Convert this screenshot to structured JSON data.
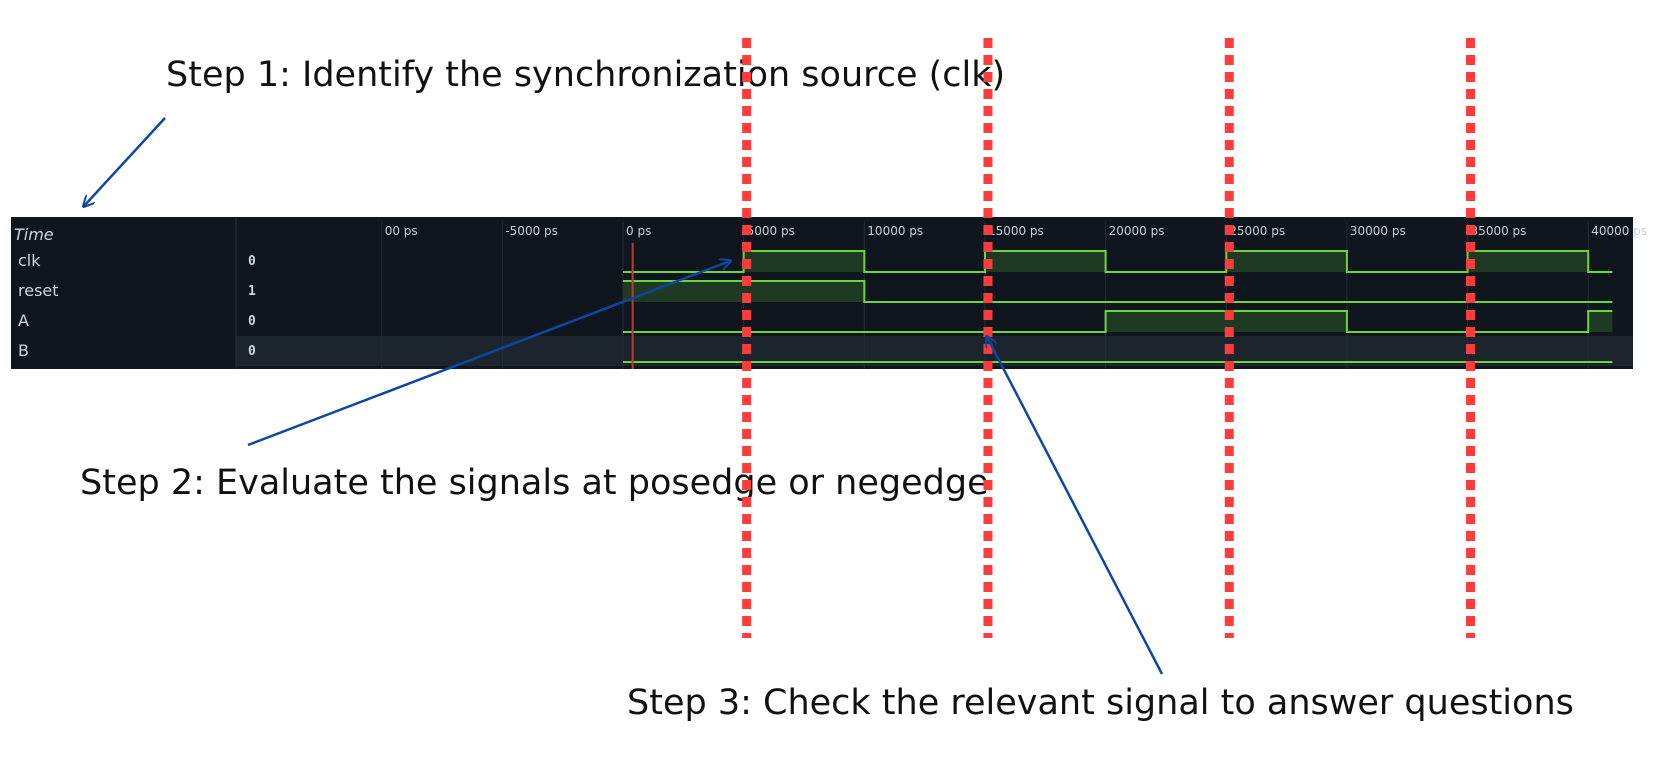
{
  "captions": {
    "step1": "Step 1: Identify the synchronization source (clk)",
    "step2": "Step 2: Evaluate the signals at posedge or negedge",
    "step3": "Step 3: Check the relevant signal to answer questions"
  },
  "waveform": {
    "time_label": "Time",
    "ticks": [
      {
        "t": -10000,
        "label": "00 ps"
      },
      {
        "t": -5000,
        "label": "-5000 ps"
      },
      {
        "t": 0,
        "label": "0 ps"
      },
      {
        "t": 5000,
        "label": "5000 ps"
      },
      {
        "t": 10000,
        "label": "10000 ps"
      },
      {
        "t": 15000,
        "label": "15000 ps"
      },
      {
        "t": 20000,
        "label": "20000 ps"
      },
      {
        "t": 25000,
        "label": "25000 ps"
      },
      {
        "t": 30000,
        "label": "30000 ps"
      },
      {
        "t": 35000,
        "label": "35000 ps"
      },
      {
        "t": 40000,
        "label": "40000 ps"
      }
    ],
    "cursor_time": 400,
    "signals": [
      {
        "name": "clk",
        "value": "0",
        "transitions": [
          [
            0,
            0
          ],
          [
            5000,
            1
          ],
          [
            10000,
            0
          ],
          [
            15000,
            1
          ],
          [
            20000,
            0
          ],
          [
            25000,
            1
          ],
          [
            30000,
            0
          ],
          [
            35000,
            1
          ],
          [
            40000,
            0
          ]
        ]
      },
      {
        "name": "reset",
        "value": "1",
        "transitions": [
          [
            0,
            1
          ],
          [
            10000,
            0
          ]
        ]
      },
      {
        "name": "A",
        "value": "0",
        "transitions": [
          [
            0,
            0
          ],
          [
            20000,
            1
          ],
          [
            30000,
            0
          ],
          [
            40000,
            1
          ]
        ]
      },
      {
        "name": "B",
        "value": "0",
        "transitions": [
          [
            0,
            0
          ]
        ]
      }
    ],
    "marker_times": [
      5000,
      15000,
      25000,
      35000
    ],
    "colors": {
      "background": "#0f161d",
      "row_highlight": "#1c252d",
      "wave": "#6dd43c",
      "wave_fill": "#1f3a22",
      "cursor": "#c0392b",
      "marker": "#ff3b3b",
      "arrow": "#0d47a1"
    }
  }
}
